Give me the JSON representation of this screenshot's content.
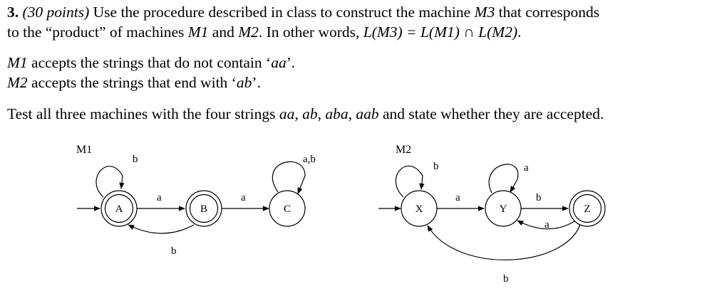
{
  "problem": {
    "number": "3.",
    "points": "(30 points)",
    "line1_rest": " Use the procedure described in class to construct the machine ",
    "line1_machine": "M3",
    "line1_tail": " that corresponds",
    "line2_a": "to the “product” of machines ",
    "line2_m1": "M1",
    "line2_and": " and ",
    "line2_m2": "M2",
    "line2_b": ". In other words, ",
    "line2_formula": "L(M3) = L(M1) ∩ L(M2)",
    "line2_end": "."
  },
  "m1_desc": {
    "machine": "M1",
    "text_a": " accepts the strings that do not contain ‘",
    "str": "aa",
    "text_b": "’."
  },
  "m2_desc": {
    "machine": "M2",
    "text_a": " accepts the strings that end with ‘",
    "str": "ab",
    "text_b": "’."
  },
  "test": {
    "text_a": "Test all three machines with the four strings ",
    "strings": "aa, ab, aba, aab",
    "text_b": " and state whether they are accepted."
  },
  "diagram_m1": {
    "title": "M1",
    "states": [
      "A",
      "B",
      "C"
    ],
    "labels": {
      "loop_A": "b",
      "A_to_B": "a",
      "B_to_A": "b",
      "B_to_C": "a",
      "loop_C": "a,b"
    }
  },
  "diagram_m2": {
    "title": "M2",
    "states": [
      "X",
      "Y",
      "Z"
    ],
    "labels": {
      "loop_X": "b",
      "X_to_Y": "a",
      "loop_Y": "a",
      "Y_to_Z": "b",
      "Z_to_Y": "a",
      "Z_to_X": "b"
    }
  }
}
